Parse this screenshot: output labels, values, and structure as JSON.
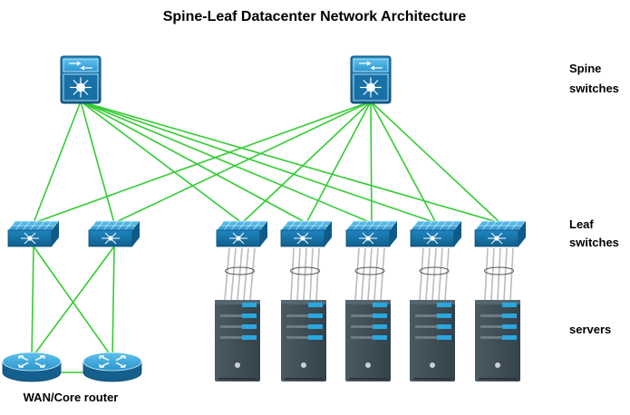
{
  "title": "Spine-Leaf Datacenter Network Architecture",
  "labels": {
    "spine": [
      "Spine",
      "switches"
    ],
    "leaf": [
      "Leaf",
      "switches"
    ],
    "servers": "servers",
    "router": "WAN/Core router"
  },
  "nodes": {
    "spines": [
      "spine-1",
      "spine-2"
    ],
    "leaves": [
      "leaf-1",
      "leaf-2",
      "leaf-3",
      "leaf-4",
      "leaf-5",
      "leaf-6",
      "leaf-7"
    ],
    "servers": [
      "server-1",
      "server-2",
      "server-3",
      "server-4",
      "server-5"
    ],
    "routers": [
      "router-1",
      "router-2"
    ]
  },
  "colors": {
    "link": "#33cc33",
    "device_blue": "#1a7fb4",
    "server_body": "#3f4d55",
    "server_accent": "#29a8e0"
  }
}
